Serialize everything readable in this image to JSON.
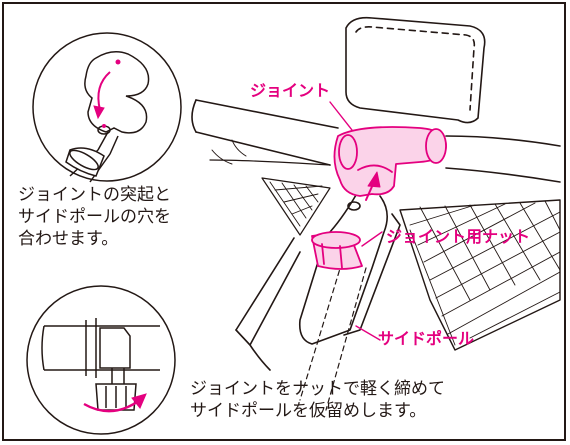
{
  "colors": {
    "accent": "#e4007f",
    "line": "#231815",
    "background": "#ffffff"
  },
  "callouts": {
    "joint": "ジョイント",
    "joint_nut": "ジョイント用ナット",
    "side_pole": "サイドポール"
  },
  "steps": [
    {
      "lines": [
        "ジョイントの突起と",
        "サイドポールの穴を",
        "合わせます。"
      ]
    },
    {
      "lines": [
        "ジョイントをナットで軽く締めて",
        "サイドポールを仮留めします。"
      ]
    }
  ]
}
